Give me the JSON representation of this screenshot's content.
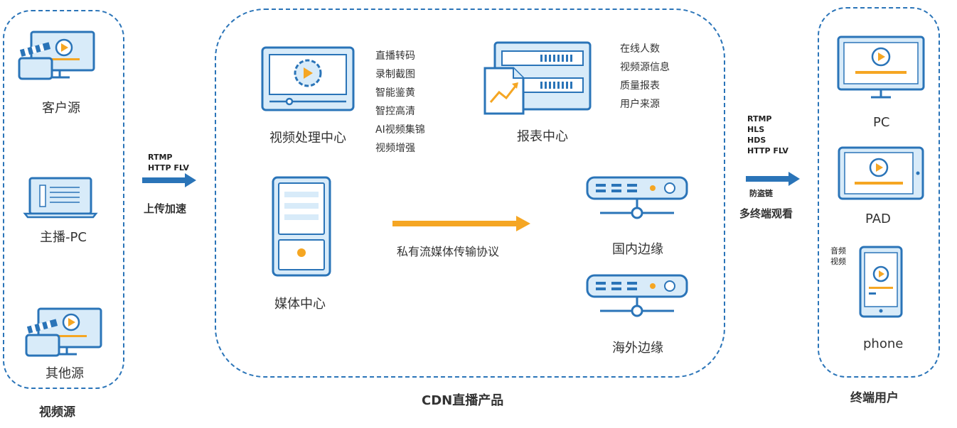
{
  "sources": {
    "title": "视频源",
    "items": [
      "客户源",
      "主播-PC",
      "其他源"
    ]
  },
  "upload": {
    "protocols": "RTMP\nHTTP FLV",
    "label": "上传加速"
  },
  "cdn": {
    "title": "CDN直播产品",
    "processing": {
      "label": "视频处理中心",
      "features": [
        "直播转码",
        "录制截图",
        "智能鉴黄",
        "智控高清",
        "AI视频集锦",
        "视频增强"
      ]
    },
    "report": {
      "label": "报表中心",
      "features": [
        "在线人数",
        "视频源信息",
        "质量报表",
        "用户来源"
      ]
    },
    "media": {
      "label": "媒体中心"
    },
    "protocol": "私有流媒体传输协议",
    "edges": [
      "国内边缘",
      "海外边缘"
    ]
  },
  "delivery": {
    "protocols": "RTMP\nHLS\nHDS\nHTTP FLV",
    "anti_leech": "防盗链",
    "label": "多终端观看"
  },
  "users": {
    "title": "终端用户",
    "devices": [
      "PC",
      "PAD",
      "phone"
    ],
    "phone_note": "音频\n视频"
  },
  "colors": {
    "primary": "#2a74b8",
    "light": "#d8ebf9",
    "accent": "#f5a623"
  }
}
